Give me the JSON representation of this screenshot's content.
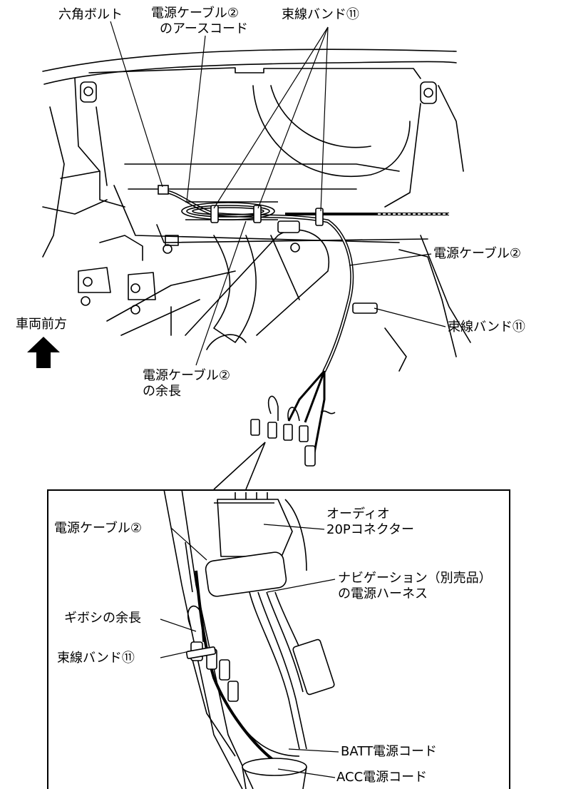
{
  "labels": {
    "hex_bolt": "六角ボルト",
    "power_cable_ground_l1": "電源ケーブル②",
    "power_cable_ground_l2": "のアースコード",
    "cable_tie_top": "束線バンド⑪",
    "power_cable_right": "電源ケーブル②",
    "cable_tie_right": "束線バンド⑪",
    "vehicle_front": "車両前方",
    "power_cable_extra_l1": "電源ケーブル②",
    "power_cable_extra_l2": "の余長",
    "audio_connector_l1": "オーディオ",
    "audio_connector_l2": "20Pコネクター",
    "power_cable_inset": "電源ケーブル②",
    "nav_harness_l1": "ナビゲーション（別売品）",
    "nav_harness_l2": "の電源ハーネス",
    "gibosi_extra": "ギボシの余長",
    "cable_tie_inset": "束線バンド⑪",
    "batt_cord": "BATT電源コード",
    "acc_cord": "ACC電源コード"
  },
  "colors": {
    "line": "#000000",
    "background": "#ffffff"
  },
  "icons": {
    "front_arrow": "up-arrow-icon"
  }
}
